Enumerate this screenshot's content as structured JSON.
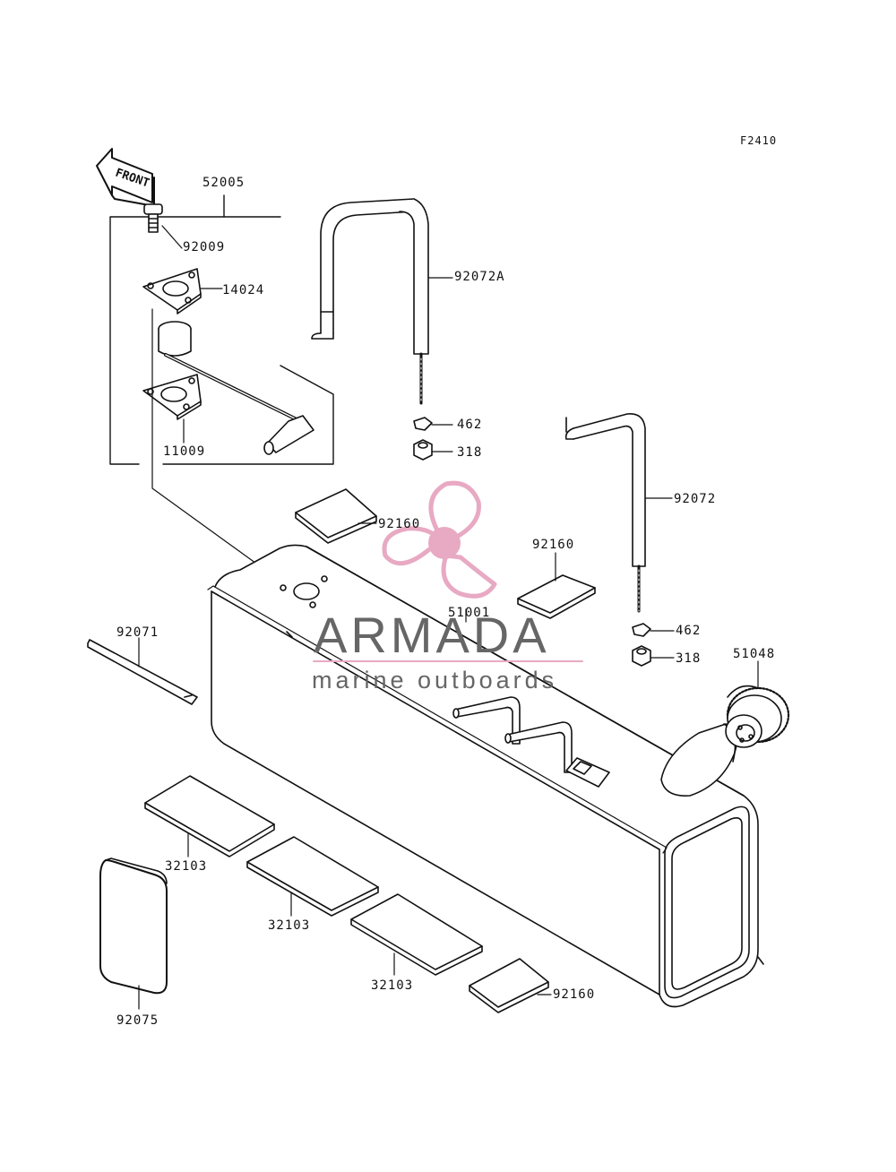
{
  "diagram": {
    "ref_code": "F2410",
    "front_label": "FRONT",
    "parts": [
      {
        "id": "52005",
        "label": "52005"
      },
      {
        "id": "92009",
        "label": "92009"
      },
      {
        "id": "14024",
        "label": "14024"
      },
      {
        "id": "11009",
        "label": "11009"
      },
      {
        "id": "92072A",
        "label": "92072A"
      },
      {
        "id": "462a",
        "label": "462"
      },
      {
        "id": "318a",
        "label": "318"
      },
      {
        "id": "92072",
        "label": "92072"
      },
      {
        "id": "92160a",
        "label": "92160"
      },
      {
        "id": "92160b",
        "label": "92160"
      },
      {
        "id": "51001",
        "label": "51001"
      },
      {
        "id": "462b",
        "label": "462"
      },
      {
        "id": "318b",
        "label": "318"
      },
      {
        "id": "51048",
        "label": "51048"
      },
      {
        "id": "92071",
        "label": "92071"
      },
      {
        "id": "32103a",
        "label": "32103"
      },
      {
        "id": "32103b",
        "label": "32103"
      },
      {
        "id": "32103c",
        "label": "32103"
      },
      {
        "id": "92160c",
        "label": "92160"
      },
      {
        "id": "92075",
        "label": "92075"
      }
    ]
  },
  "watermark": {
    "name": "ARMADA",
    "tagline": "marine outboards",
    "accent_color": "#e8a9c3"
  }
}
